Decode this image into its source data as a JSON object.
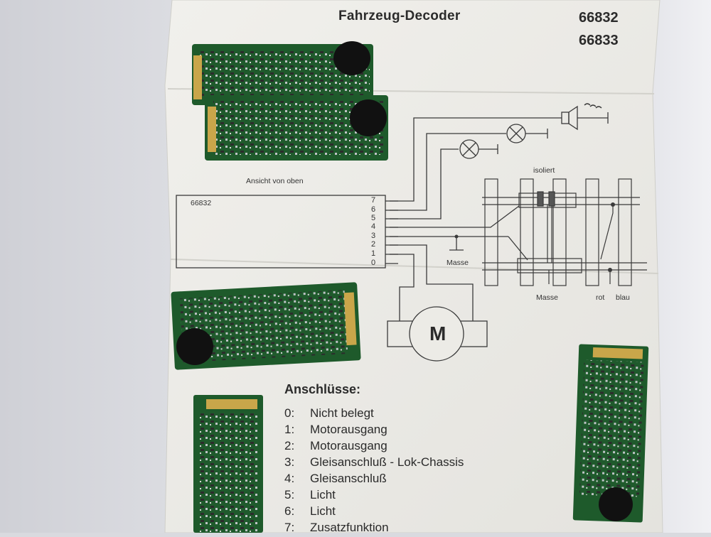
{
  "title": "Fahrzeug-Decoder",
  "numbers": [
    "66832",
    "66833"
  ],
  "view_label": "Ansicht von oben",
  "decoder_label": "66832",
  "pins": [
    "7",
    "6",
    "5",
    "4",
    "3",
    "2",
    "1",
    "0"
  ],
  "track_isolated": "isoliert",
  "ground_labels": [
    "Masse",
    "Masse"
  ],
  "wire_labels": [
    "rot",
    "blau"
  ],
  "motor_label": "M",
  "connections_title": "Anschlüsse:",
  "connections": [
    {
      "num": "0:",
      "label": "Nicht belegt"
    },
    {
      "num": "1:",
      "label": "Motorausgang"
    },
    {
      "num": "2:",
      "label": "Motorausgang"
    },
    {
      "num": "3:",
      "label": "Gleisanschluß - Lok-Chassis"
    },
    {
      "num": "4:",
      "label": "Gleisanschluß"
    },
    {
      "num": "5:",
      "label": "Licht"
    },
    {
      "num": "6:",
      "label": "Licht"
    },
    {
      "num": "7:",
      "label": "Zusatzfunktion"
    }
  ],
  "colors": {
    "paper": "#ecebe6",
    "ink": "#3a3a3a",
    "pcb": "#1f5a2c",
    "pad": "#c9a64a"
  }
}
